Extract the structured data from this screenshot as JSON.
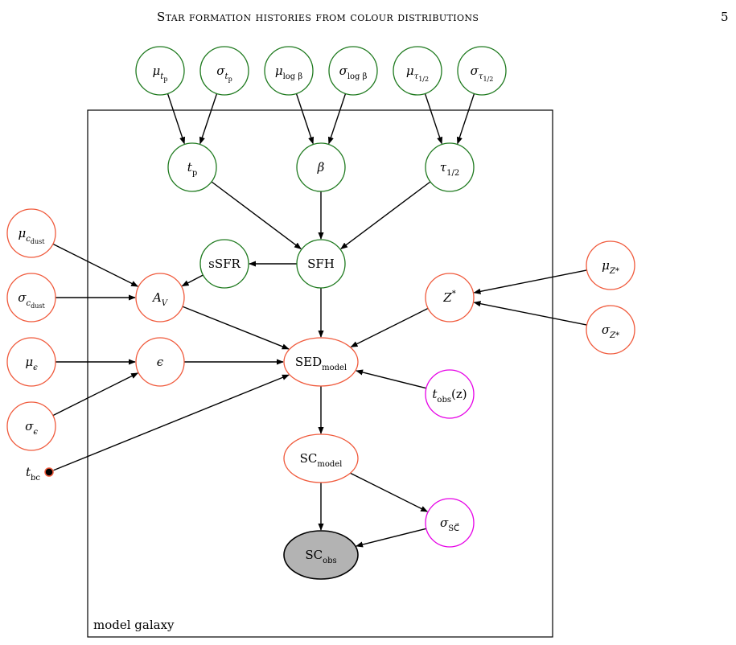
{
  "header": {
    "title": "Star formation histories from colour distributions",
    "page_number": "5"
  },
  "plate": {
    "label": "model galaxy"
  },
  "colors": {
    "hyper": "#1f7a1f",
    "model": "#f05a3c",
    "fixed": "#e600e6",
    "observed_fill": "#b3b3b3",
    "edge": "#000000"
  },
  "nodes": {
    "mu_tp": {
      "sym": "μ",
      "sub": "t",
      "sub2": "p"
    },
    "sig_tp": {
      "sym": "σ",
      "sub": "t",
      "sub2": "p"
    },
    "mu_lb": {
      "sym": "μ",
      "sub": "log β"
    },
    "sig_lb": {
      "sym": "σ",
      "sub": "log β"
    },
    "mu_tau": {
      "sym": "μ",
      "sub": "τ",
      "sub2": "1/2"
    },
    "sig_tau": {
      "sym": "σ",
      "sub": "τ",
      "sub2": "1/2"
    },
    "tp": {
      "sym": "t",
      "sub": "p"
    },
    "beta": {
      "sym": "β"
    },
    "tau": {
      "sym": "τ",
      "sub": "1/2"
    },
    "mu_cd": {
      "sym": "μ",
      "sub": "c",
      "sub2": "dust"
    },
    "sig_cd": {
      "sym": "σ",
      "sub": "c",
      "sub2": "dust"
    },
    "ssfr": {
      "sym": "sSFR"
    },
    "sfh": {
      "sym": "SFH"
    },
    "av": {
      "sym": "A",
      "sub": "V"
    },
    "zstar": {
      "sym": "Z",
      "sup": "*"
    },
    "mu_z": {
      "sym": "μ",
      "sub": "Z*"
    },
    "sig_z": {
      "sym": "σ",
      "sub": "Z*"
    },
    "mu_eps": {
      "sym": "μ",
      "sub": "ϵ"
    },
    "eps": {
      "sym": "ϵ"
    },
    "sed": {
      "sym": "SED",
      "sub": "model"
    },
    "sig_eps": {
      "sym": "σ",
      "sub": "ϵ"
    },
    "tobs": {
      "sym": "t",
      "sub": "obs",
      "tail": "(z)"
    },
    "tbc": {
      "sym": "t",
      "sub": "bc"
    },
    "sc": {
      "sym": "SC",
      "sub": "model"
    },
    "sig_sc": {
      "sym": "σ",
      "sub": "SC⃗"
    },
    "sc_obs": {
      "sym": "SC",
      "sub": "obs"
    }
  }
}
